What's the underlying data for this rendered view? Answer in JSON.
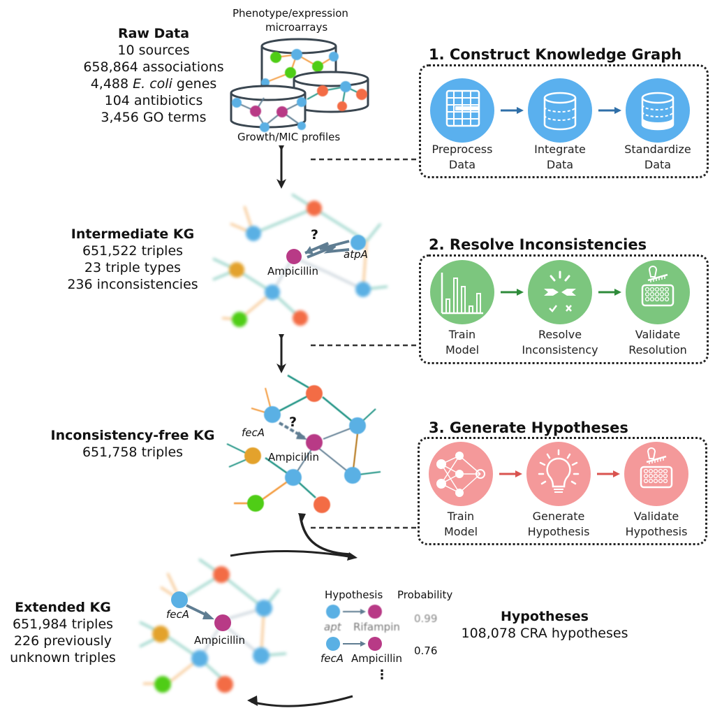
{
  "raw_data": {
    "title": "Raw Data",
    "lines": [
      "10 sources",
      "658,864 associations",
      "4,488 ",
      "E. coli",
      " genes",
      "104 antibiotics",
      "3,456 GO terms"
    ],
    "sources_label_top": "Phenotype/expression",
    "sources_label_top2": "microarrays",
    "sources_label_bottom": "Growth/MIC profiles"
  },
  "intermediate_kg": {
    "title": "Intermediate KG",
    "lines": [
      "651,522 triples",
      "23 triple types",
      "236 inconsistencies"
    ],
    "node_labels": {
      "drug": "Ampicillin",
      "gene": "atpA",
      "question": "?"
    }
  },
  "consistent_kg": {
    "title": "Inconsistency-free KG",
    "lines": [
      "651,758 triples"
    ],
    "node_labels": {
      "drug": "Ampicillin",
      "gene": "fecA",
      "question": "?"
    }
  },
  "extended_kg": {
    "title": "Extended KG",
    "lines": [
      "651,984 triples",
      "226 previously",
      "unknown triples"
    ],
    "node_labels": {
      "drug": "Ampicillin",
      "gene": "fecA"
    }
  },
  "panels": [
    {
      "title": "1. Construct Knowledge Graph",
      "color": "#5ab0ee",
      "arrow_color": "#2f6fa8",
      "steps": [
        {
          "icon": "table-icon",
          "line1": "Preprocess",
          "line2": "Data"
        },
        {
          "icon": "database-icon",
          "line1": "Integrate",
          "line2": "Data"
        },
        {
          "icon": "database-standardized-icon",
          "line1": "Standardize",
          "line2": "Data"
        }
      ]
    },
    {
      "title": "2. Resolve Inconsistencies",
      "color": "#7cc67e",
      "arrow_color": "#2e8b3a",
      "steps": [
        {
          "icon": "bar-chart-icon",
          "line1": "Train",
          "line2": "Model"
        },
        {
          "icon": "resolve-conflict-icon",
          "line1": "Resolve",
          "line2": "Inconsistency"
        },
        {
          "icon": "pipette-plate-icon",
          "line1": "Validate",
          "line2": "Resolution"
        }
      ]
    },
    {
      "title": "3. Generate Hypotheses",
      "color": "#f4999a",
      "arrow_color": "#d9534f",
      "steps": [
        {
          "icon": "neural-network-icon",
          "line1": "Train",
          "line2": "Model"
        },
        {
          "icon": "lightbulb-icon",
          "line1": "Generate",
          "line2": "Hypothesis"
        },
        {
          "icon": "pipette-plate-icon",
          "line1": "Validate",
          "line2": "Hypothesis"
        }
      ]
    }
  ],
  "hypotheses_table": {
    "col_hypothesis": "Hypothesis",
    "col_probability": "Probability",
    "rows": [
      {
        "gene": "apt",
        "drug": "Rifampin",
        "probability": "0.99"
      },
      {
        "gene": "fecA",
        "drug": "Ampicillin",
        "probability": "0.76"
      }
    ],
    "more": "⋮"
  },
  "hypotheses_summary": {
    "title": "Hypotheses",
    "line": "108,078 CRA hypotheses"
  },
  "colors": {
    "gene": "#5ab0e4",
    "drug": "#b83a86",
    "orange_node": "#f36c45",
    "green_node": "#4fcd16",
    "gold_node": "#e3a22c",
    "teal_edge": "#1f9384",
    "orange_edge": "#f39a3c",
    "grey_edge": "#5f7d92"
  }
}
